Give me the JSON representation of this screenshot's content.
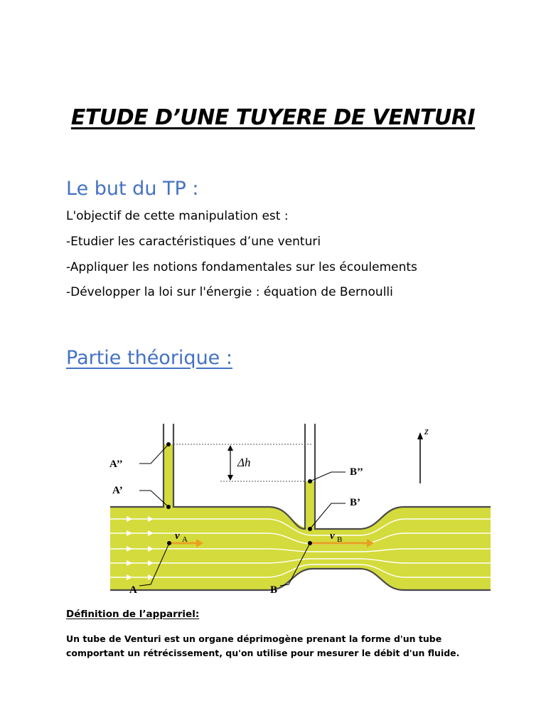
{
  "title": "ETUDE D’UNE TUYERE DE VENTURI",
  "goal": {
    "heading": "Le but du TP :",
    "lines": [
      "L'objectif de cette manipulation est :",
      "-Etudier les caractéristiques d’une venturi",
      "-Appliquer les notions fondamentales sur les écoulements",
      "-Développer la loi sur l'énergie : équation de Bernoulli"
    ]
  },
  "theory": {
    "heading": "Partie théorique :"
  },
  "diagram": {
    "labels": {
      "a_double": "A’’",
      "a_prime": "A’",
      "a": "A",
      "b_double": "B’’",
      "b_prime": "B’",
      "b": "B",
      "delta_h": "Δh",
      "z": "z",
      "va": "v",
      "va_sub": "A",
      "vb": "v",
      "vb_sub": "B"
    },
    "colors": {
      "fluid": "#d4db3c",
      "outline": "#4a4a4a",
      "arrow": "#e8a020"
    }
  },
  "definition": {
    "heading": "Définition de l’apparriel:",
    "text": "Un tube de Venturi est un organe déprimogène prenant la forme d'un tube comportant un rétrécissement, qu'on utilise pour mesurer le débit d'un fluide."
  }
}
